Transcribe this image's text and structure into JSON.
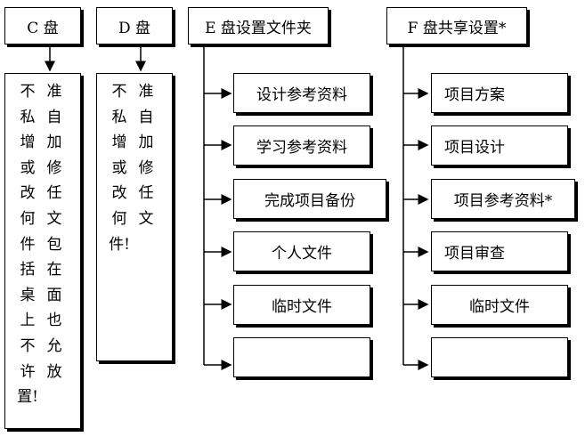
{
  "c_drive": {
    "title": "C 盘",
    "note": [
      "不",
      "准",
      "私",
      "自",
      "增",
      "加",
      "或",
      "修",
      "改",
      "任",
      "何",
      "文",
      "件",
      "包",
      "括",
      "在",
      "桌",
      "面",
      "上",
      "也",
      "不",
      "允",
      "许",
      "放",
      "置!"
    ]
  },
  "d_drive": {
    "title": "D 盘",
    "note": [
      "不",
      "准",
      "私",
      "自",
      "增",
      "加",
      "或",
      "修",
      "改",
      "任",
      "何",
      "文",
      "件!"
    ]
  },
  "e_drive": {
    "title": "E 盘设置文件夹",
    "folders": [
      "设计参考资料",
      "学习参考资料",
      "完成项目备份",
      "个人文件",
      "临时文件",
      ""
    ]
  },
  "f_drive": {
    "title": "F 盘共享设置*",
    "folders": [
      "项目方案",
      "项目设计",
      "项目参考资料*",
      "项目审查",
      "临时文件",
      ""
    ]
  }
}
